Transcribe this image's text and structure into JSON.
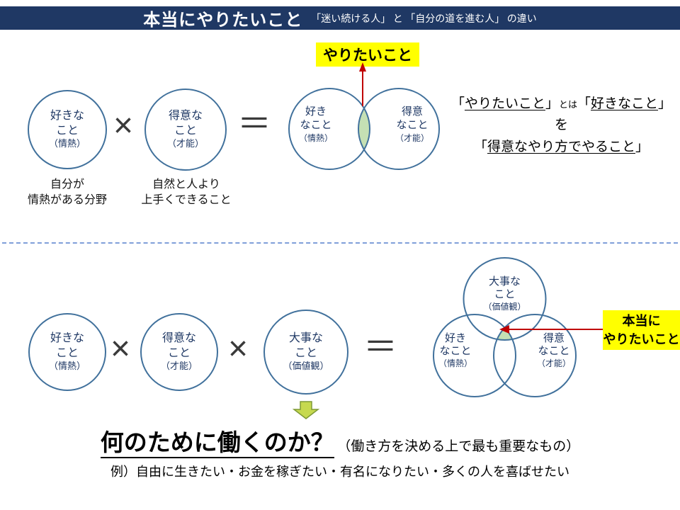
{
  "header": {
    "title": "本当にやりたいこと",
    "subtitle": "「迷い続ける人」 と 「自分の道を進む人」 の違い"
  },
  "colors": {
    "header_bg": "#1F3864",
    "circle_border": "#41719C",
    "circle_text": "#1F3864",
    "overlap_green": "#C5E0B4",
    "highlight_yellow": "#FFFF00",
    "arrow_red": "#C00000",
    "divider_blue": "#7F9FD9",
    "block_arrow_green": "#C6D94F"
  },
  "top": {
    "like": {
      "l1": "好きな",
      "l2": "こと",
      "l3": "（情熱）"
    },
    "times": "×",
    "skill": {
      "l1": "得意な",
      "l2": "こと",
      "l3": "（才能）"
    },
    "equals": "＝",
    "venn_left": {
      "l1": "好き",
      "l2": "なこと",
      "l3": "（情熱）"
    },
    "venn_right": {
      "l1": "得意",
      "l2": "なこと",
      "l3": "（才能）"
    },
    "want_label": "やりたいこと",
    "like_caption": {
      "l1": "自分が",
      "l2": "情熱がある分野"
    },
    "skill_caption": {
      "l1": "自然と人より",
      "l2": "上手くできること"
    },
    "note": {
      "q1_open": "「",
      "q1": "やりたいこと",
      "q1_close": "」",
      "mid": "とは",
      "q2_open": "「",
      "q2": "好きなこと",
      "q2_close": "」",
      "wo": "を",
      "q3_open": "「",
      "q3": "得意なやり方でやること",
      "q3_close": "」"
    }
  },
  "bottom": {
    "like": {
      "l1": "好きな",
      "l2": "こと",
      "l3": "（情熱）"
    },
    "times1": "×",
    "skill": {
      "l1": "得意な",
      "l2": "こと",
      "l3": "（才能）"
    },
    "times2": "×",
    "value": {
      "l1": "大事な",
      "l2": "こと",
      "l3": "（価値観）"
    },
    "equals": "＝",
    "venn_top": {
      "l1": "大事な",
      "l2": "こと",
      "l3": "（価値観）"
    },
    "venn_left": {
      "l1": "好き",
      "l2": "なこと",
      "l3": "（情熱）"
    },
    "venn_right": {
      "l1": "得意",
      "l2": "なこと",
      "l3": "（才能）"
    },
    "really_label": {
      "l1": "本当に",
      "l2": "やりたいこと"
    },
    "question": "何のために働くのか？",
    "question_note": "（働き方を決める上で最も重要なもの）",
    "examples": "例）自由に生きたい・お金を稼ぎたい・有名になりたい・多くの人を喜ばせたい"
  }
}
